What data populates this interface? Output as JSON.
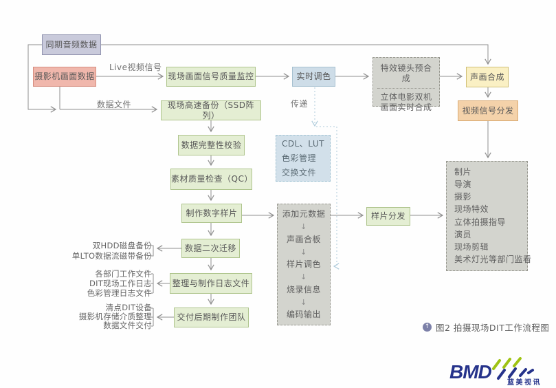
{
  "nodes": {
    "sync_audio": {
      "label": "同期音频数据"
    },
    "camera_data": {
      "label": "摄影机画面数据"
    },
    "signal_monitor": {
      "label": "现场画面信号质量监控"
    },
    "ssd_backup": {
      "label": "现场高速备份（SSD阵列）"
    },
    "integrity_check": {
      "label": "数据完整性校验"
    },
    "qc": {
      "label": "素材质量检查（QC）"
    },
    "digital_dailies": {
      "label": "制作数字样片"
    },
    "second_migration": {
      "label": "数据二次迁移"
    },
    "make_logs": {
      "label": "整理与制作日志文件"
    },
    "delivery": {
      "label": "交付后期制作团队"
    },
    "realtime_grading": {
      "label": "实时调色"
    },
    "vfx": {
      "line1": "特效镜头预合成",
      "line2": "立体电影双机画面实时合成"
    },
    "av_composite": {
      "label": "声画合成"
    },
    "video_distribution": {
      "label": "视频信号分发"
    },
    "cdl_lut": {
      "label": "CDL、LUT色彩管理交换文件"
    },
    "dailies_distribution": {
      "label": "样片分发"
    }
  },
  "process": {
    "arrow": "↓",
    "steps": [
      "添加元数据",
      "声画合板",
      "样片调色",
      "烧录信息",
      "编码输出"
    ]
  },
  "departments": {
    "items": [
      "制片",
      "导演",
      "摄影",
      "现场特效",
      "立体拍摄指导",
      "演员",
      "现场剪辑",
      "美术灯光等部门监看"
    ]
  },
  "edge_labels": {
    "live_video": "Live视频信号",
    "data_file": "数据文件",
    "transfer": "传递"
  },
  "side_labels": {
    "migration": [
      "双HDD磁盘备份",
      "单LTO数据流磁带备份"
    ],
    "logs": [
      "各部门工作文件",
      "DIT现场工作日志",
      "色彩管理日志文件"
    ],
    "delivery": [
      "清点DIT设备",
      "摄影机存储介质整理",
      "数据文件交付"
    ]
  },
  "caption": {
    "icon": "↑",
    "text": "图2 拍摄现场DIT工作流程图"
  },
  "logo": {
    "text": "BMD",
    "subtext": "蓝美视讯"
  },
  "colors": {
    "green_fill": "#e4eed3",
    "pink_fill": "#f0b7ac",
    "lavender_fill": "#c9cadb",
    "blue_fill": "#cedde8",
    "yellow_fill": "#faf0c4",
    "orange_fill": "#f4d2aa",
    "gray_fill": "#d3d4ce",
    "cdl_fill": "#d2e0ea",
    "wire": "#8f8f8f",
    "dotted_wire": "#aecbdb",
    "logo_navy": "#26338b",
    "logo_green": "#9fc313"
  }
}
